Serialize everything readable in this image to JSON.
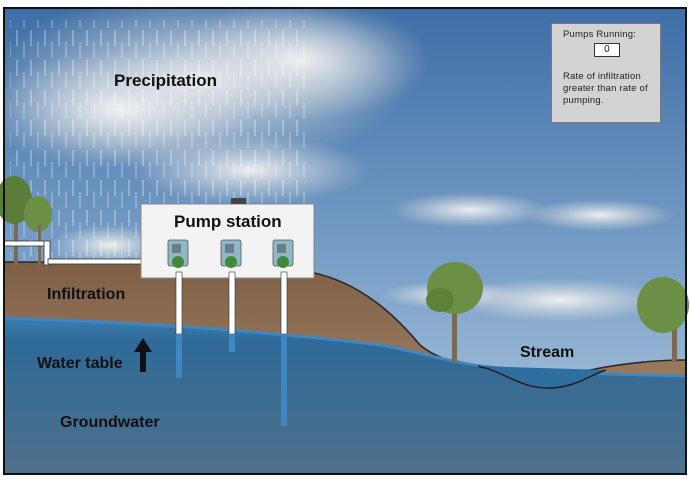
{
  "labels": {
    "precipitation": "Precipitation",
    "pump_station": "Pump station",
    "infiltration": "Infiltration",
    "water_table": "Water table",
    "groundwater": "Groundwater",
    "stream": "Stream"
  },
  "status_panel": {
    "pumps_running_label": "Pumps Running:",
    "pumps_running_value": "0",
    "message": "Rate of infiltration greater than rate of pumping."
  },
  "colors": {
    "sky_top": "#3e6ea6",
    "sky_bottom": "#a9c2dc",
    "soil": "#8a6a4f",
    "water": "#2f6fa0",
    "pump_building": "#f3f3f3",
    "pump_body": "#8fb7c6",
    "panel_bg": "#d3d3d3"
  },
  "icons": [
    "pump-icon",
    "up-arrow-icon",
    "tree-icon",
    "rain-streaks"
  ]
}
